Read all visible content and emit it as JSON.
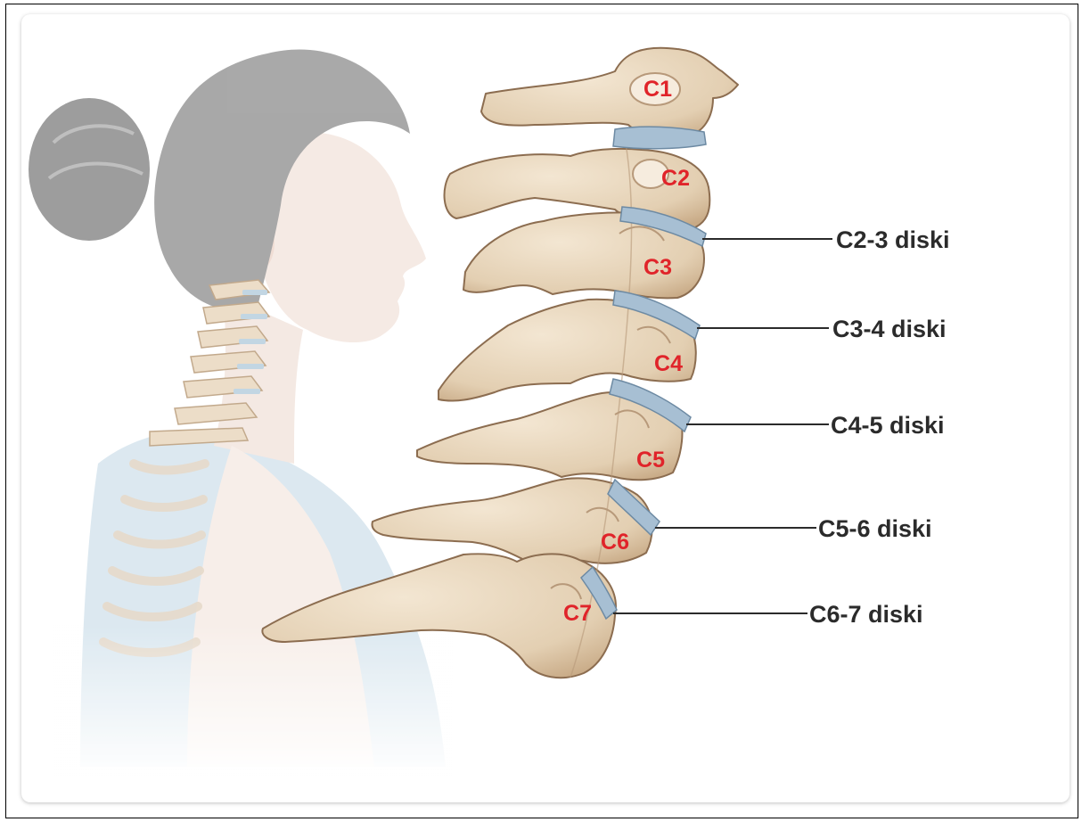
{
  "colors": {
    "bone": "#e8d6bc",
    "bone_shadow": "#c9ad8a",
    "bone_outline": "#8c6d50",
    "disc": "#9fb9cf",
    "label_red": "#e0242a",
    "label_text": "#2b2b2b",
    "hair": "#8e8e8e",
    "skin": "#f4e9e2",
    "clothing": "#c9dbe6"
  },
  "vertebrae": [
    "C1",
    "C2",
    "C3",
    "C4",
    "C5",
    "C6",
    "C7"
  ],
  "discs": [
    "C2-3 diski",
    "C3-4 diski",
    "C4-5 diski",
    "C5-6 diski",
    "C6-7 diski"
  ]
}
